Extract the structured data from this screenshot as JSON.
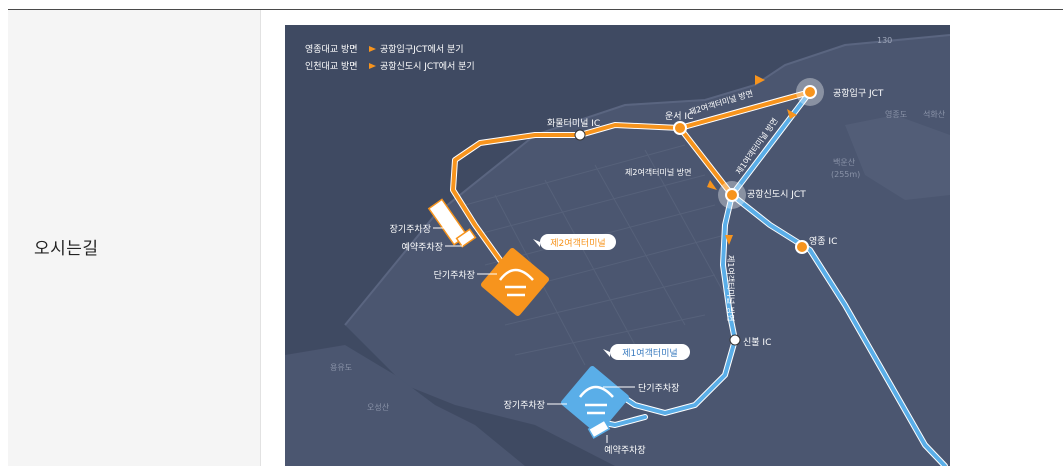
{
  "section": {
    "label": "오시는길"
  },
  "map": {
    "legend": {
      "line1_from": "영종대교 방면",
      "line1_to": "공항입구JCT에서 분기",
      "line2_from": "인천대교 방면",
      "line2_to": "공항신도시 JCT에서 분기",
      "arrow_color": "#f7941d"
    },
    "route_colors": {
      "terminal2": "#f7941d",
      "terminal1": "#5aaee8",
      "background": "#3f4a62"
    },
    "nodes": {
      "airport_entrance_jct": "공항입구 JCT",
      "airport_newtown_jct": "공항신도시 JCT",
      "unseo_ic": "운서 IC",
      "cargo_terminal_ic": "화물터미널 IC",
      "yeongjong_ic": "영종 IC",
      "sinbul_ic": "신불 IC"
    },
    "route_labels": {
      "to_t2_upper": "제2여객터미널 방면",
      "to_t1_diag": "제1여객터미널 방면",
      "to_t2_lower": "제2여객터미널 방면",
      "to_t1_vertical": "제1여객터미널 방면"
    },
    "terminal2": {
      "badge": "제2여객터미널",
      "long_term_parking": "장기주차장",
      "reserved_parking": "예약주차장",
      "short_term_parking": "단기주차장"
    },
    "terminal1": {
      "badge": "제1여객터미널",
      "short_term_parking": "단기주차장",
      "long_term_parking": "장기주차장",
      "reserved_parking": "예약주차장"
    },
    "place_names": {
      "yeongjongdo": "영종도",
      "baekunsan": "백운산",
      "baekunsan_height": "(255m)",
      "yongyudo": "용유도",
      "oseongsan": "오성산",
      "seokhwasan": "석화산",
      "road_number": "130"
    }
  }
}
